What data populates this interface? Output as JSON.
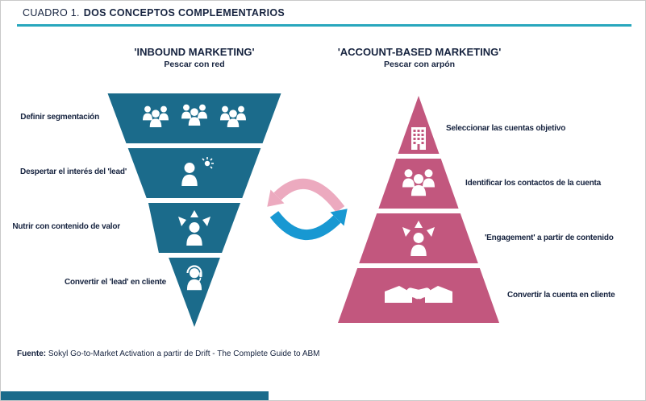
{
  "header": {
    "label": "CUADRO 1.",
    "title": "DOS CONCEPTOS COMPLEMENTARIOS"
  },
  "inbound": {
    "title": "'INBOUND MARKETING'",
    "subtitle": "Pescar con red",
    "steps": [
      {
        "label": "Definir segmentación",
        "icon": "crowd-icon"
      },
      {
        "label": "Despertar el interés del 'lead'",
        "icon": "lead-idea-icon"
      },
      {
        "label": "Nutrir con contenido de valor",
        "icon": "nurture-icon"
      },
      {
        "label": "Convertir el 'lead' en cliente",
        "icon": "support-agent-icon"
      }
    ]
  },
  "abm": {
    "title": "'ACCOUNT-BASED MARKETING'",
    "subtitle": "Pescar con arpón",
    "steps": [
      {
        "label": "Seleccionar las cuentas objetivo",
        "icon": "building-icon"
      },
      {
        "label": "Identificar los contactos de la cuenta",
        "icon": "contacts-icon"
      },
      {
        "label": "'Engagement' a partir de contenido",
        "icon": "engagement-icon"
      },
      {
        "label": "Convertir la cuenta en cliente",
        "icon": "handshake-icon"
      }
    ]
  },
  "footer": {
    "source_label": "Fuente:",
    "source_text": "Sokyl Go-to-Market Activation a partir de Drift - The Complete Guide to ABM"
  },
  "colors": {
    "funnel_teal": "#1b6b8b",
    "pyramid_pink": "#c2577e",
    "accent_line": "#28a7bd",
    "arrow_pink": "#ecaabf",
    "arrow_blue": "#1898d2",
    "text_navy": "#16233f",
    "footer_bar": "#1b6b8b",
    "icon_white": "#ffffff"
  }
}
